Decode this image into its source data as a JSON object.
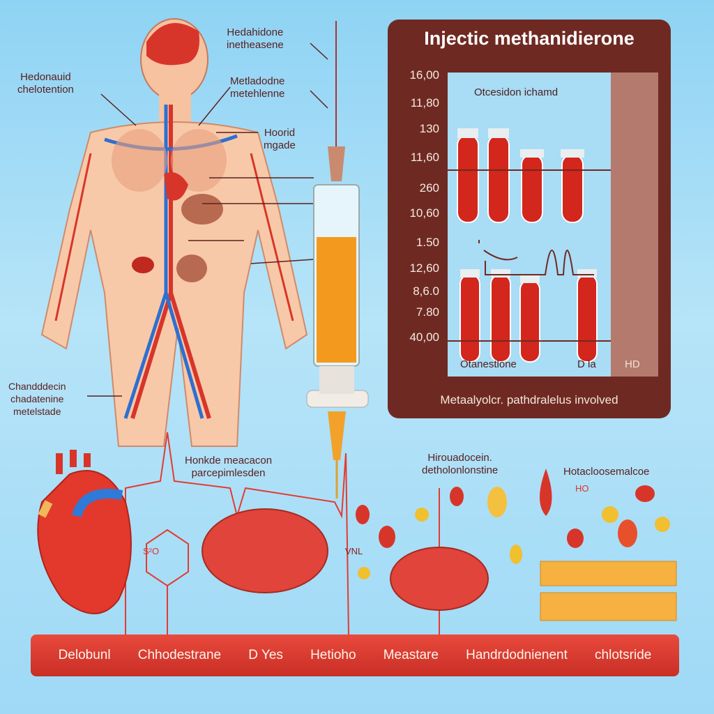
{
  "labels": {
    "head_top": [
      "Hedahidone",
      "inetheasene"
    ],
    "left_upper": [
      "Hedonauid",
      "chelotention"
    ],
    "right_upper": [
      "Metladodne",
      "metehlenne"
    ],
    "right_mid": [
      "Hoorid",
      "mgade"
    ],
    "left_lower": [
      "Chandddecin",
      "chadatenine",
      "metelstade"
    ],
    "bottom_a": [
      "Honkde meacacon",
      "parcepimlesden"
    ],
    "bottom_b": [
      "Hirouadocein.",
      "detholonlonstine"
    ],
    "bottom_c": "Hotacloosemalcoe",
    "ho": "HO",
    "sto": "S²O",
    "vnl": "VNL"
  },
  "panel": {
    "title": "Injectic methanidierone",
    "inner_top": "Otcesidon ichamd",
    "inner_bottom_left": "Otanestlone",
    "inner_bottom_right": "D la",
    "side_label": "HD",
    "footer": "Metaalyolcr. pathdralelus involved",
    "y_ticks": [
      "16,00",
      "11,80",
      "130",
      "11,60",
      "260",
      "10,60",
      "1.50",
      "12,60",
      "8,6.0",
      "7.80",
      "40,00"
    ]
  },
  "bottom_bar": [
    "Delobunl",
    "Chhodestrane",
    "D Yes",
    "Hetioho",
    "Meastare",
    "Handrdodnienent",
    "chlotsride"
  ],
  "colors": {
    "background": "#8fd3f4",
    "panel": "#6e2a22",
    "bar": "#d93a2f",
    "blood": "#d3261c",
    "serum": "#f39a1e"
  }
}
